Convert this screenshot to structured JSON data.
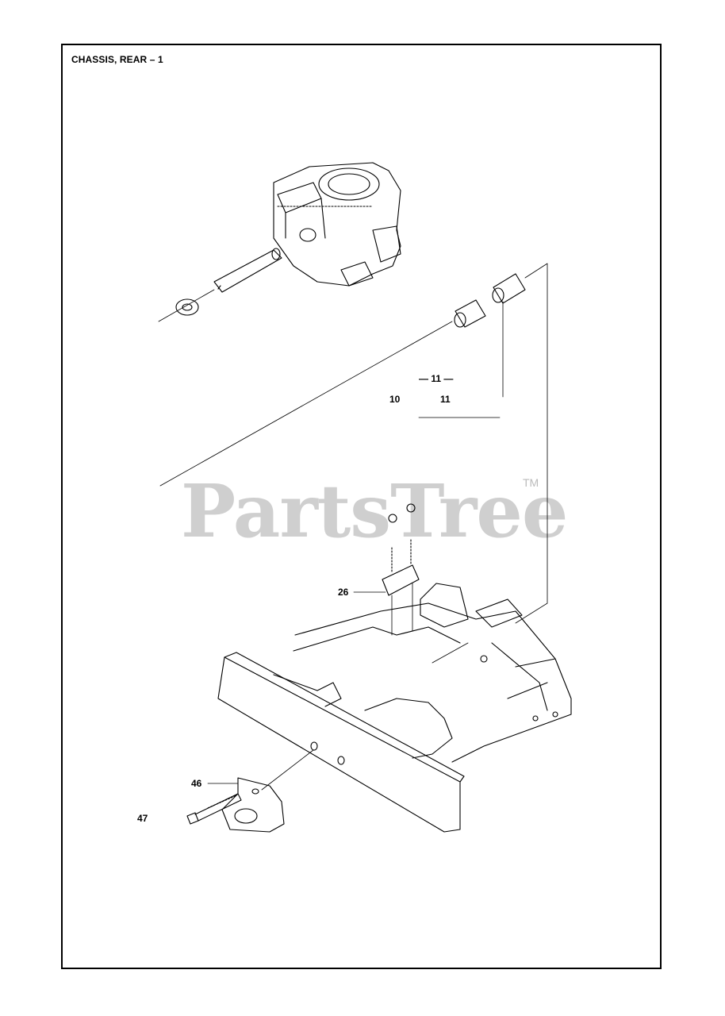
{
  "diagram": {
    "title": "CHASSIS, REAR – 1",
    "watermark": "PartsTree",
    "trademark": "TM",
    "callouts": {
      "c10": "10",
      "c11_top": "— 11 —",
      "c11": "11",
      "c26": "26",
      "c46": "46",
      "c47": "47"
    }
  }
}
